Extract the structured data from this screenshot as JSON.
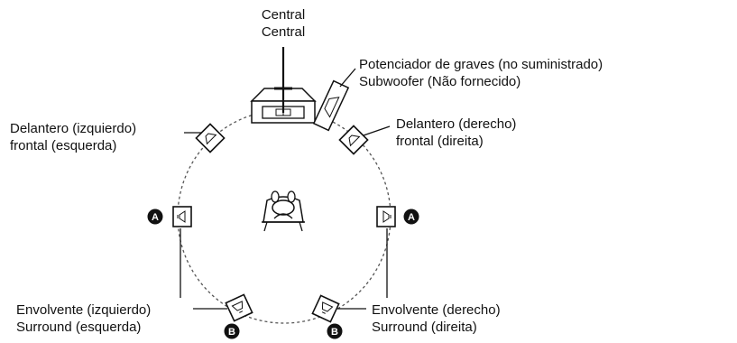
{
  "labels": {
    "center": [
      "Central",
      "Central"
    ],
    "subwoofer": [
      "Potenciador de graves (no suministrado)",
      "Subwoofer (Não fornecido)"
    ],
    "front_left": [
      "Delantero (izquierdo)",
      "frontal (esquerda)"
    ],
    "front_right": [
      "Delantero (derecho)",
      "frontal (direita)"
    ],
    "surround_left": [
      "Envolvente (izquierdo)",
      "Surround (esquerda)"
    ],
    "surround_right": [
      "Envolvente (derecho)",
      "Surround (direita)"
    ]
  },
  "markers": {
    "a": "A",
    "b": "B"
  },
  "colors": {
    "line": "#111111",
    "circle": "#555555"
  }
}
